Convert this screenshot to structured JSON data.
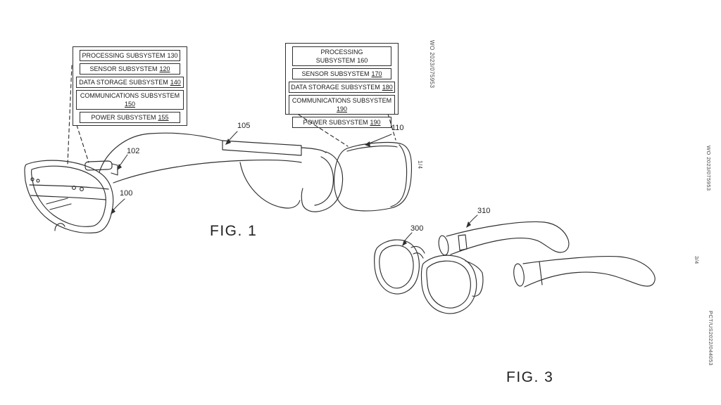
{
  "fig1": {
    "caption": "FIG. 1",
    "left_stack": {
      "boxes": [
        {
          "text": "PROCESSING SUBSYSTEM",
          "ref": "130"
        },
        {
          "text": "SENSOR SUBSYSTEM",
          "ref": "120"
        },
        {
          "text": "DATA STORAGE SUBSYSTEM",
          "ref": "140"
        },
        {
          "text": "COMMUNICATIONS SUBSYSTEM",
          "ref": "150"
        },
        {
          "text": "POWER SUBSYSTEM",
          "ref": "155"
        }
      ]
    },
    "right_stack": {
      "boxes": [
        {
          "text": "PROCESSING SUBSYSTEM",
          "ref": "160"
        },
        {
          "text": "SENSOR SUBSYSTEM",
          "ref": "170"
        },
        {
          "text": "DATA STORAGE SUBSYSTEM",
          "ref": "180"
        },
        {
          "text": "COMMUNICATIONS SUBSYSTEM",
          "ref": "190"
        },
        {
          "text": "POWER SUBSYSTEM",
          "ref": "190"
        }
      ]
    },
    "refs": {
      "100": "100",
      "102": "102",
      "105": "105",
      "110": "110"
    }
  },
  "fig3": {
    "caption": "FIG. 3",
    "refs": {
      "300": "300",
      "310": "310"
    }
  },
  "margins": {
    "sheet1": {
      "publication": "WO 2023/075953",
      "sheet": "1/4"
    },
    "sheet3": {
      "publication": "WO 2023/075953",
      "sheet": "3/4",
      "application": "PCT/US2022/044053"
    }
  },
  "colors": {
    "line": "#2f2f2f",
    "text": "#1a1a1a",
    "background": "#ffffff"
  }
}
